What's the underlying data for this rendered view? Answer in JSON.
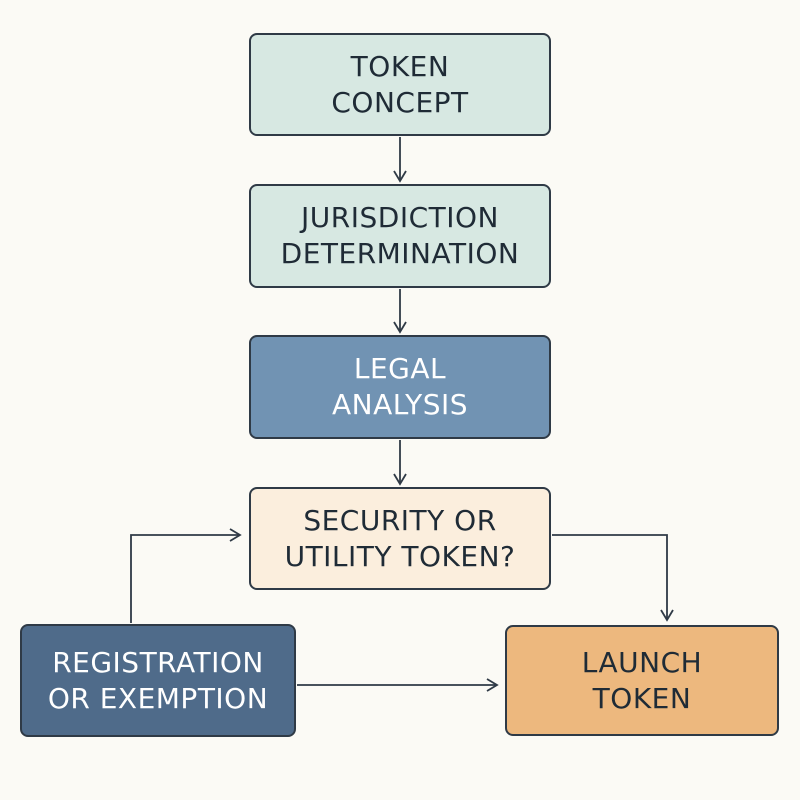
{
  "colors": {
    "background": "#FBFAF5",
    "border": "#2F3A46",
    "arrow": "#2F3A46",
    "light_teal": "#D7E8E2",
    "medium_blue": "#7193B3",
    "cream": "#FBEEDD",
    "dark_blue": "#4F6B8A",
    "orange": "#EDB87E",
    "dark_text": "#1F2B36",
    "light_text": "#FFFFFF"
  },
  "nodes": {
    "token_concept": {
      "line1": "TOKEN",
      "line2": "CONCEPT",
      "fill": "#D7E8E2",
      "text": "#1F2B36"
    },
    "jurisdiction": {
      "line1": "JURISDICTION",
      "line2": "DETERMINATION",
      "fill": "#D7E8E2",
      "text": "#1F2B36"
    },
    "legal_analysis": {
      "line1": "LEGAL",
      "line2": "ANALYSIS",
      "fill": "#7193B3",
      "text": "#FFFFFF"
    },
    "security_utility": {
      "line1": "SECURITY OR",
      "line2": "UTILITY TOKEN?",
      "fill": "#FBEEDD",
      "text": "#1F2B36"
    },
    "registration": {
      "line1": "REGISTRATION",
      "line2": "OR EXEMPTION",
      "fill": "#4F6B8A",
      "text": "#FFFFFF"
    },
    "launch": {
      "line1": "LAUNCH",
      "line2": "TOKEN",
      "fill": "#EDB87E",
      "text": "#1F2B36"
    }
  }
}
